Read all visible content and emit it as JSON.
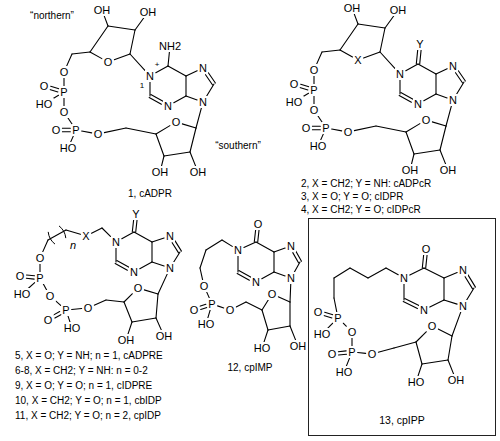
{
  "diagram": {
    "nodes": [
      {
        "text": [
          "13, cpIPP"
        ]
      }
    ],
    "labels": [
      "OH",
      "OH",
      "O",
      "O",
      "P",
      "O",
      "HO",
      "O",
      "P",
      "O",
      "HO",
      "O",
      "O",
      "OH",
      "OH",
      "N",
      "+",
      "1",
      "NH2",
      "N",
      "N",
      "N",
      "“northern”",
      "“southern”",
      "1, cADPR",
      "OH",
      "OH",
      "X",
      "O",
      "P",
      "O",
      "HO",
      "O",
      "P",
      "O",
      "HO",
      "O",
      "O",
      "OH",
      "OH",
      "N",
      "Y",
      "N",
      "N",
      "N",
      "2, X = CH2; Y = NH: cADPcR",
      "3, X = O; Y = O; cIDPR",
      "4, X = CH2; Y = O; cIDPcR",
      "n",
      "X",
      "Y",
      "N",
      "N",
      "N",
      "N",
      "O",
      "P",
      "O",
      "HO",
      "O",
      "P",
      "O",
      "HO",
      "O",
      "O",
      "OH",
      "OH",
      "5, X = O; Y = NH; n = 1, cADPRE",
      "6-8, X = CH2; Y = NH: n = 0-2",
      "9, X = O; Y = O; n = 1, cIDPRE",
      "10, X = CH2; Y = O; n = 1, cbIDP",
      "11, X = CH2; Y = O; n = 2, cpIDP",
      "N",
      "O",
      "N",
      "N",
      "N",
      "O",
      "P",
      "O",
      "HO",
      "O",
      "O",
      "HO",
      "OH",
      "12, cpIMP",
      "N",
      "O",
      "N",
      "N",
      "N",
      "O",
      "HO",
      "OH",
      "O",
      "P",
      "O",
      "HO",
      "O",
      "P",
      "O",
      "HO"
    ]
  }
}
